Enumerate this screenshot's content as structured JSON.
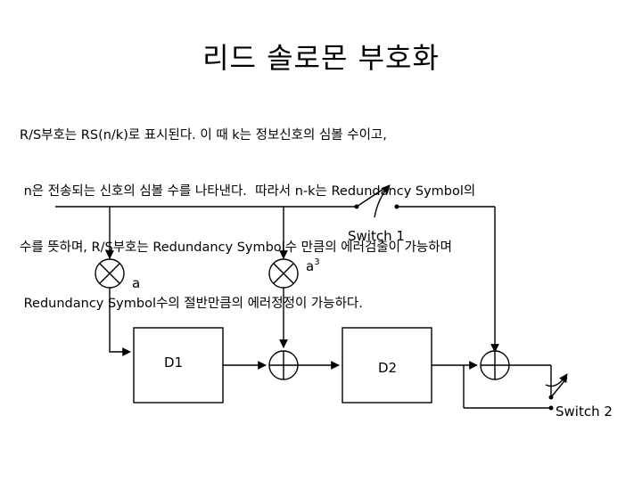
{
  "title": "리드 솔로몬 부호화",
  "description": [
    "R/S부호는 RS(n/k)로 표시된다. 이 때 k는 정보신호의 심볼 수이고,",
    " n은 전송되는 신호의 심볼 수를 나타낸다.  따라서 n-k는 Redundancy Symbol의",
    "수를 뜻하며, R/S부호는 Redundancy Symbol수 만큼의 에러검출이 가능하며",
    " Redundancy Symbol수의 절반만큼의 에러정정이 가능하다."
  ],
  "diagram": {
    "switch1_label": "Switch 1",
    "switch2_label": "Switch 2",
    "multiplier_a_label": "a",
    "multiplier_a3_base": "a",
    "multiplier_a3_exp": "3",
    "delay1_label": "D1",
    "delay2_label": "D2"
  }
}
